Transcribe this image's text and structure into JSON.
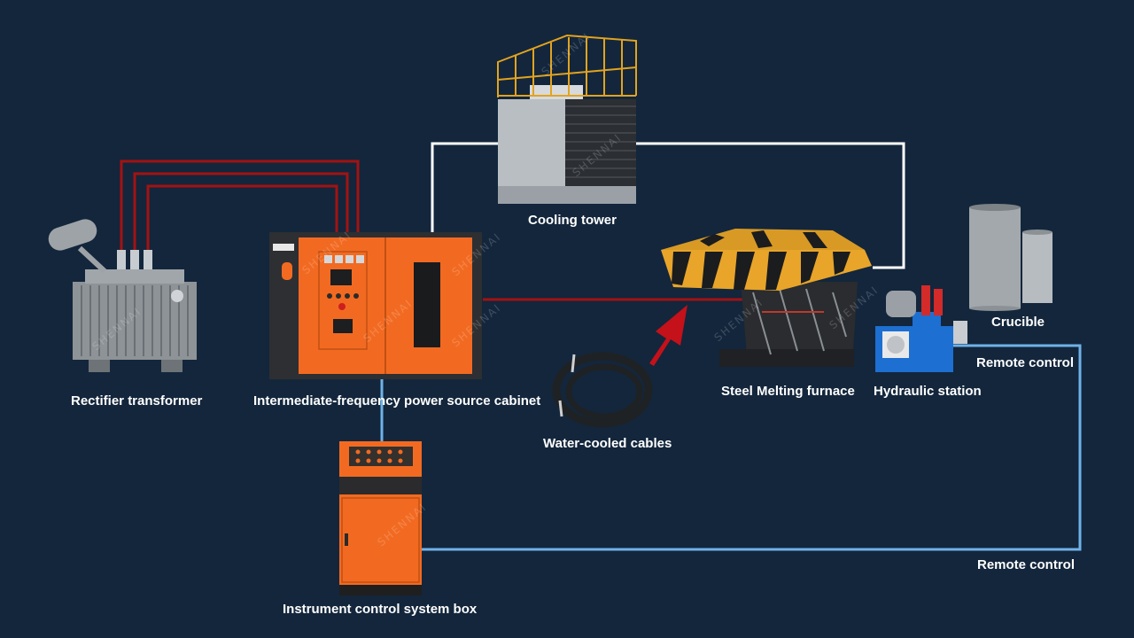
{
  "labels": {
    "rectifier_transformer": "Rectifier transformer",
    "power_cabinet": "Intermediate-frequency power source cabinet",
    "cooling_tower": "Cooling tower",
    "water_cooled_cables": "Water-cooled cables",
    "steel_melting_furnace": "Steel Melting furnace",
    "hydraulic_station": "Hydraulic station",
    "crucible": "Crucible",
    "remote_control_1": "Remote control",
    "remote_control_2": "Remote control",
    "instrument_box": "Instrument control system box"
  },
  "watermark": "SHENNAI",
  "colors": {
    "background": "#13263c",
    "power_line": "#a31212",
    "water_line": "#ffffff",
    "control_line": "#6fb2e8",
    "cabinet_orange": "#f26a21",
    "furnace_yellow": "#e8a52a",
    "hydraulic_blue": "#1d6fd1"
  }
}
